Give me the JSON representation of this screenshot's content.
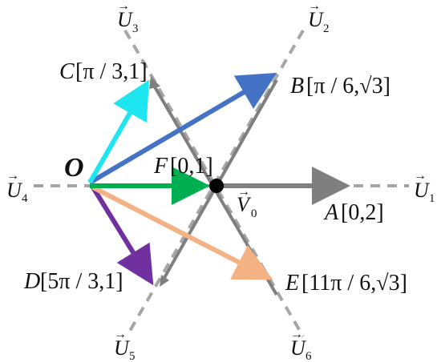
{
  "origin_label": "O",
  "center_point_label": "V",
  "center_point_sub": "0",
  "axes": [
    {
      "id": "u1",
      "letter": "U",
      "sub": "1"
    },
    {
      "id": "u2",
      "letter": "U",
      "sub": "2"
    },
    {
      "id": "u3",
      "letter": "U",
      "sub": "3"
    },
    {
      "id": "u4",
      "letter": "U",
      "sub": "4"
    },
    {
      "id": "u5",
      "letter": "U",
      "sub": "5"
    },
    {
      "id": "u6",
      "letter": "U",
      "sub": "6"
    }
  ],
  "points": [
    {
      "id": "A",
      "letter": "A",
      "coords": "[0,2]",
      "color": "#7f7f7f"
    },
    {
      "id": "B",
      "letter": "B",
      "coords": "[π / 6,√3]",
      "color": "#4472c4"
    },
    {
      "id": "C",
      "letter": "C",
      "coords": "[π / 3,1]",
      "color": "#1ee6f0"
    },
    {
      "id": "D",
      "letter": "D",
      "coords": "[5π / 3,1]",
      "color": "#7030a0"
    },
    {
      "id": "E",
      "letter": "E",
      "coords": "[11π / 6,√3]",
      "color": "#f4b183"
    },
    {
      "id": "F",
      "letter": "F",
      "coords": "[0,1]",
      "color": "#00b050"
    }
  ],
  "colors": {
    "dashed_axis": "#a6a6a6",
    "hexagon_lines": "#7f7f7f",
    "center_dot": "#000000",
    "text": "#111111"
  }
}
